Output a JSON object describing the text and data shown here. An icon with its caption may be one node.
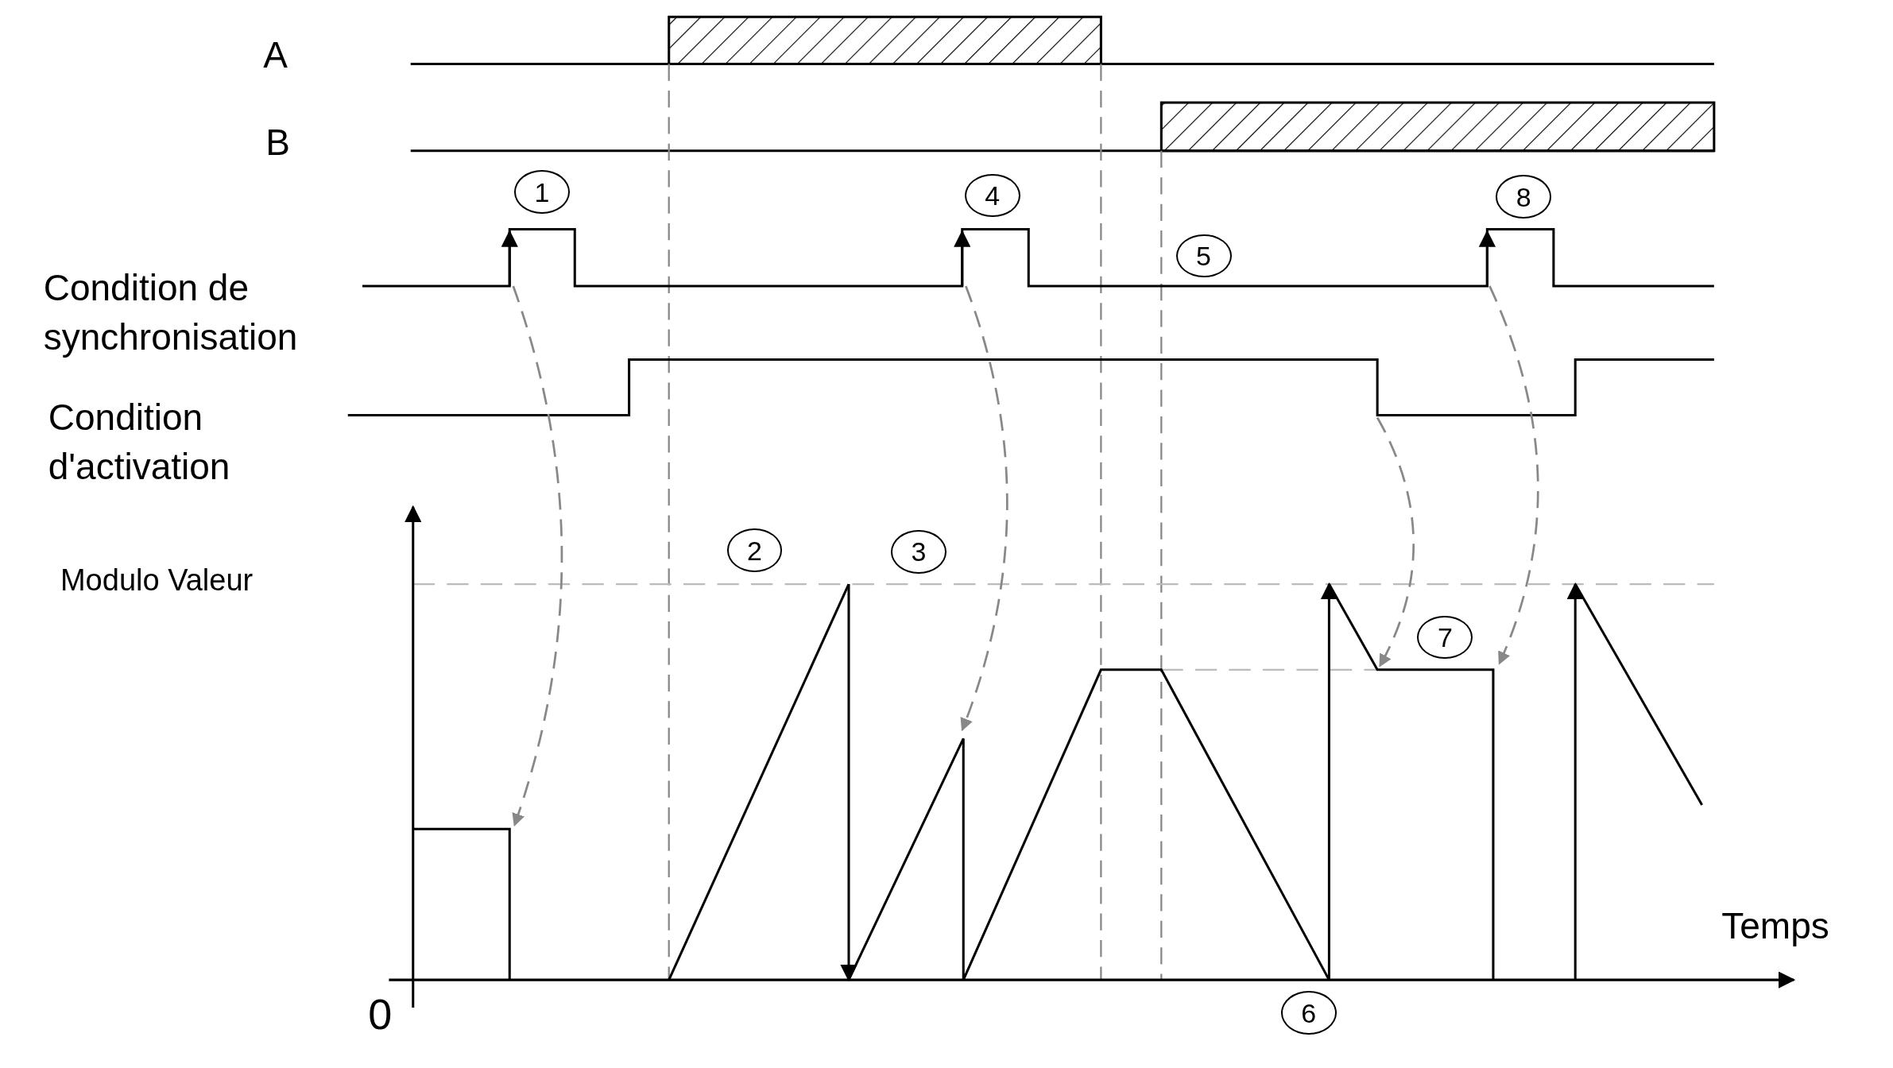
{
  "diagram": {
    "labels": [
      "A",
      "B",
      "1",
      "4",
      "8",
      "Condition de synchronisation",
      "5",
      "Condition d'activation",
      "2",
      "3",
      "Modulo Valeur",
      "7",
      "Temps",
      "0",
      "6"
    ]
  }
}
